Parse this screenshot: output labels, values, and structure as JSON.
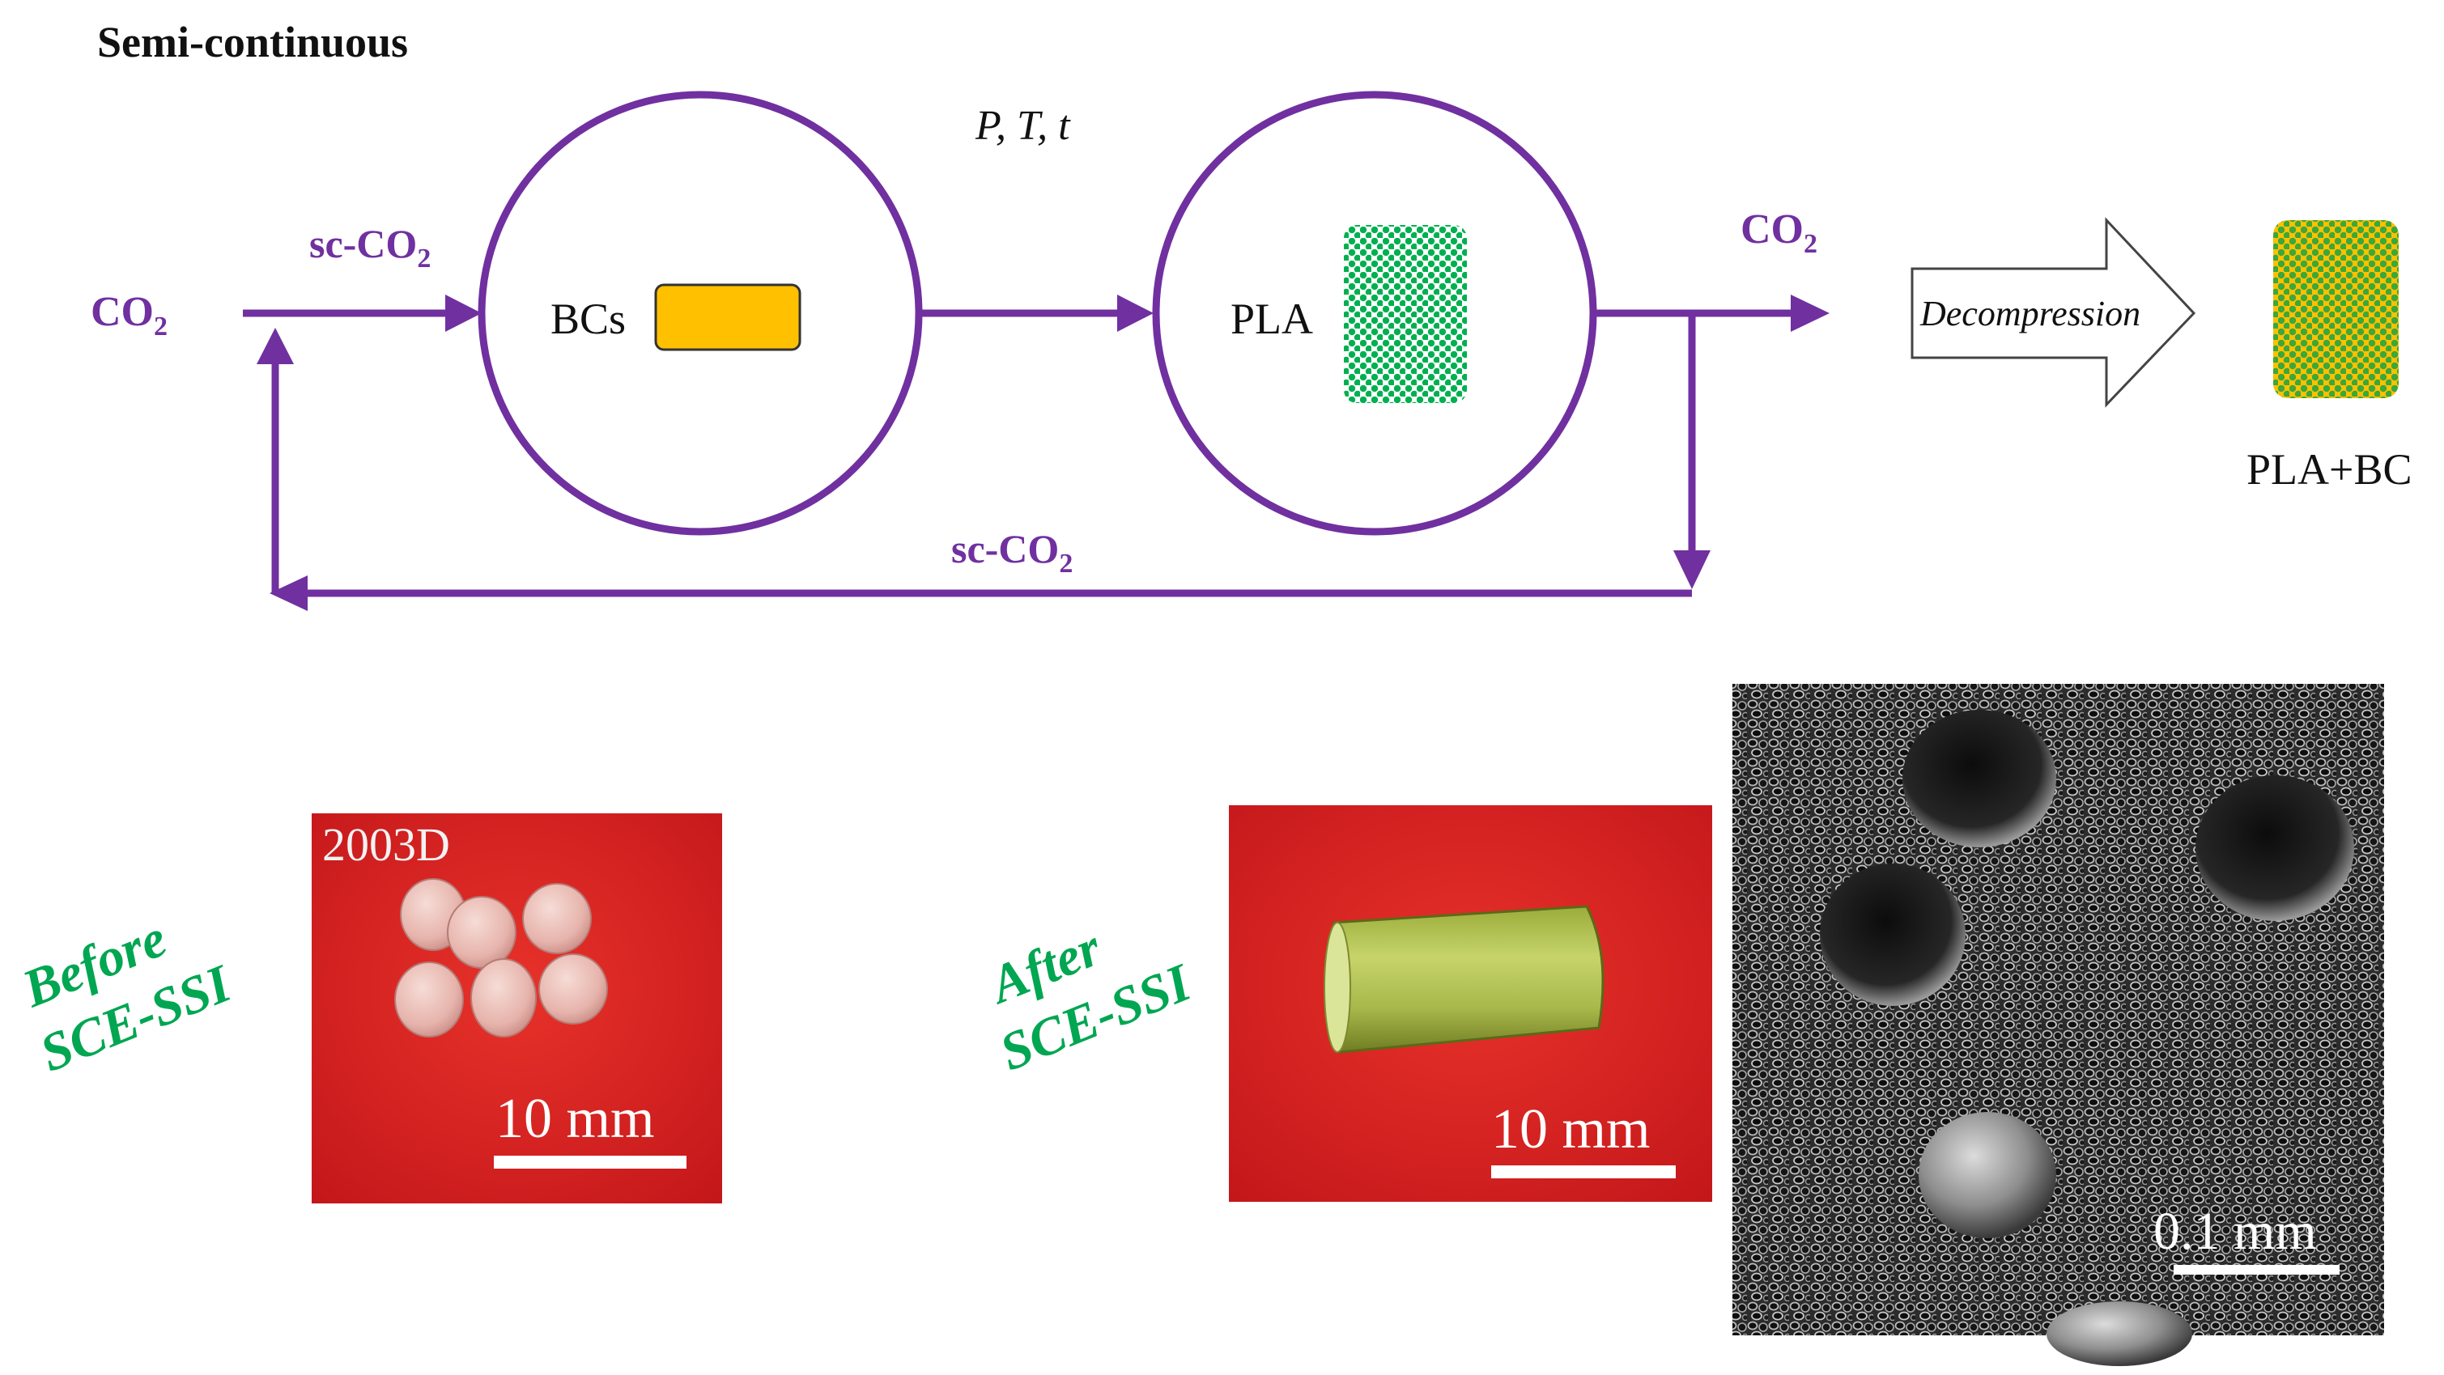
{
  "title": "Semi-continuous",
  "conditions": "P, T, t",
  "inlet_label": "CO",
  "inlet_label_sub": "2",
  "feed_label": "sc-CO",
  "feed_label_sub": "2",
  "recycle_label": "sc-CO",
  "recycle_label_sub": "2",
  "outlet_label": "CO",
  "outlet_label_sub": "2",
  "vessel1_label": "BCs",
  "vessel2_label": "PLA",
  "decompression_label": "Decompression",
  "product_label": "PLA+BC",
  "before_label_line1": "Before",
  "before_label_line2": "SCE-SSI",
  "after_label_line1": "After",
  "after_label_line2": "SCE-SSI",
  "photo1_tag": "2003D",
  "photo1_scale": "10 mm",
  "photo2_scale": "10 mm",
  "sem_scale": "0.1 mm",
  "colors": {
    "flow": "#7030a0",
    "label_green": "#00a651",
    "bc_fill": "#ffc000",
    "pla_green": "#00b050",
    "photo_red": "#d9201c"
  }
}
